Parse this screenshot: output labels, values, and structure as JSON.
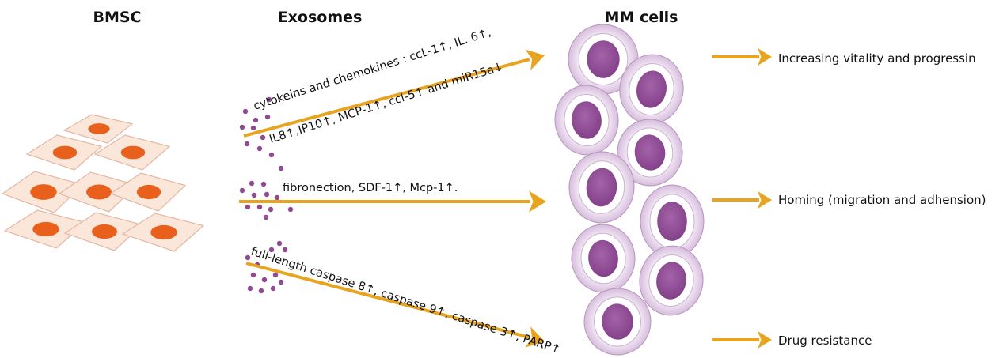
{
  "headers": {
    "bmsc": "BMSC",
    "exosomes": "Exosomes",
    "mm_cells": "MM cells"
  },
  "pathways": {
    "top": {
      "line1": "cytokeins and chemokines : ccL-1↑, IL. 6↑,",
      "line2": "IL8↑,IP10↑,  MCP-1↑,  ccl-5↑   and   miR15a↓"
    },
    "middle": {
      "line1": "fibronection, SDF-1↑, Mcp-1↑."
    },
    "bottom": {
      "line1": "full-length caspase 8↑, caspase 9↑, caspase 3↑, PARP↑"
    }
  },
  "outcomes": {
    "vitality": "Increasing vitality and progressin",
    "homing": "Homing (migration and adhension)",
    "drug": "Drug resistance"
  },
  "colors": {
    "arrow": "#E8A41F",
    "stromal_fill": "#FBE6DA",
    "stromal_stroke": "#E3B7A3",
    "stromal_nucleus": "#E8601C",
    "exosome_dot": "#8E4A93",
    "mm_outer": "#E7D6EA",
    "mm_inner": "#FFFFFF",
    "mm_nucleus": "#8E4A93",
    "text": "#111111"
  },
  "icons": {
    "bmsc": "stromal-cell-cluster",
    "exosome": "exosome-dot",
    "mm": "myeloma-cell",
    "arrow": "right-arrow"
  }
}
